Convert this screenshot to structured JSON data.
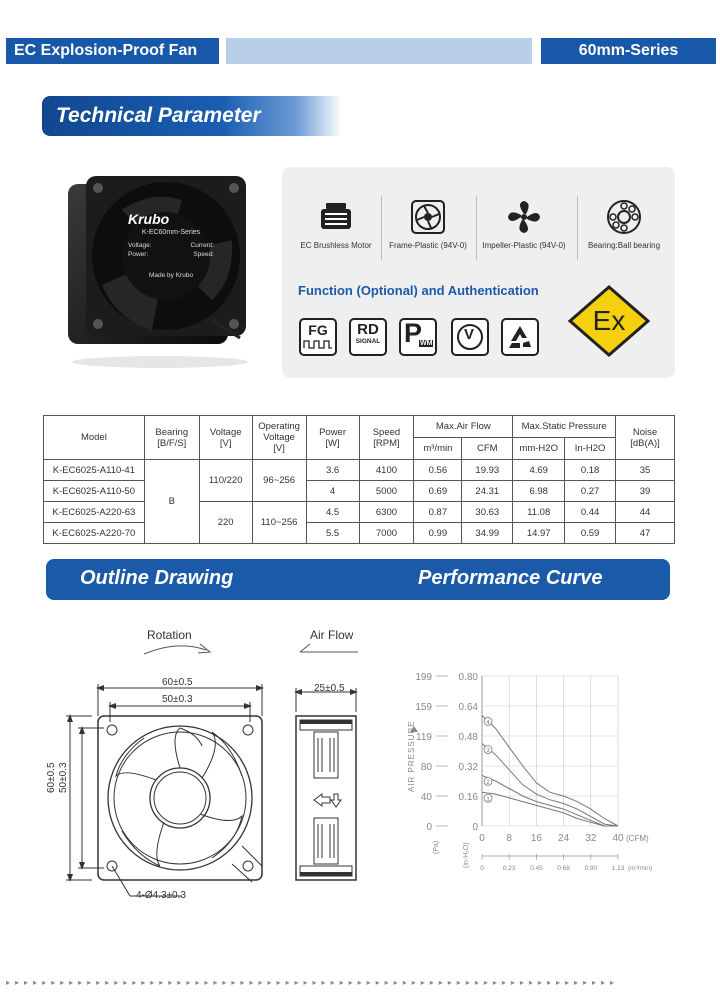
{
  "header": {
    "left_title": "EC Explosion-Proof Fan",
    "right_title": "60mm-Series"
  },
  "section_titles": {
    "technical": "Technical Parameter",
    "outline": "Outline Drawing",
    "performance": "Performance Curve"
  },
  "product_label": {
    "brand": "Krubo",
    "model": "K-EC60mm-Series",
    "voltage": "Voltage:",
    "current": "Current:",
    "power": "Power:",
    "speed": "Speed:",
    "made_by": "Made by Krubo"
  },
  "features": [
    {
      "label": "EC Brushless Motor",
      "icon": "motor-icon"
    },
    {
      "label": "Frame-Plastic (94V-0)",
      "icon": "frame-icon"
    },
    {
      "label": "Impeller-Plastic (94V-0)",
      "icon": "impeller-icon"
    },
    {
      "label": "Bearing:Ball bearing",
      "icon": "bearing-icon"
    }
  ],
  "function_title": "Function (Optional) and Authentication",
  "badges": {
    "fg": "FG",
    "rd": "RD",
    "rd_sub": "SIGNAL",
    "pwm_p": "P",
    "pwm_sub": "WM",
    "v": "V",
    "ex": "Ex"
  },
  "table": {
    "headers": {
      "model": "Model",
      "bearing": "Bearing\n[B/F/S]",
      "voltage": "Voltage\n[V]",
      "operating": "Operating\nVoltage\n[V]",
      "power": "Power\n[W]",
      "speed": "Speed\n[RPM]",
      "airflow": "Max.Air Flow",
      "pressure": "Max.Static Pressure",
      "noise": "Noise\n[dB(A)]",
      "m3min": "m³/min",
      "cfm": "CFM",
      "mmh2o": "mm-H2O",
      "inh2o": "In-H2O"
    },
    "bearing": "B",
    "voltage_a": "110/220",
    "voltage_b": "220",
    "op_a": "96~256",
    "op_b": "110~256",
    "rows": [
      {
        "model": "K-EC6025-A110-41",
        "power": "3.6",
        "speed": "4100",
        "m3": "0.56",
        "cfm": "19.93",
        "mm": "4.69",
        "inch": "0.18",
        "noise": "35"
      },
      {
        "model": "K-EC6025-A110-50",
        "power": "4",
        "speed": "5000",
        "m3": "0.69",
        "cfm": "24.31",
        "mm": "6.98",
        "inch": "0.27",
        "noise": "39"
      },
      {
        "model": "K-EC6025-A220-63",
        "power": "4.5",
        "speed": "6300",
        "m3": "0.87",
        "cfm": "30.63",
        "mm": "11.08",
        "inch": "0.44",
        "noise": "44"
      },
      {
        "model": "K-EC6025-A220-70",
        "power": "5.5",
        "speed": "7000",
        "m3": "0.99",
        "cfm": "34.99",
        "mm": "14.97",
        "inch": "0.59",
        "noise": "47"
      }
    ]
  },
  "drawing": {
    "rotation": "Rotation",
    "airflow": "Air Flow",
    "dim_60": "60±0.5",
    "dim_50": "50±0.3",
    "dim_60v": "60±0.5",
    "dim_50v": "50±0.3",
    "dim_25": "25±0.5",
    "holes": "4-Ø4.3±0.3"
  },
  "chart_data": {
    "type": "line",
    "title": "",
    "ylabel": "AIR PRESSURE",
    "y_units_left": "(Pa)",
    "y_units_right": "(in-H₂O)",
    "y_ticks_pa": [
      "0",
      "40",
      "80",
      "119",
      "159",
      "199"
    ],
    "y_ticks_inh2o": [
      "0",
      "0.16",
      "0.32",
      "0.48",
      "0.64",
      "0.80"
    ],
    "x_ticks_cfm": [
      "0",
      "8",
      "16",
      "24",
      "32",
      "40"
    ],
    "x_unit_cfm": "(CFM)",
    "x_ticks_m3": [
      "0",
      "0.23",
      "0.45",
      "0.68",
      "0.90",
      "1.13"
    ],
    "x_unit_m3": "(m³/min)",
    "xlim": [
      0,
      40
    ],
    "ylim": [
      0,
      0.8
    ],
    "grid": true,
    "series": [
      {
        "name": "1",
        "x": [
          0,
          4,
          8,
          12,
          16,
          20,
          24,
          28,
          32,
          36,
          40
        ],
        "y": [
          0.18,
          0.17,
          0.15,
          0.13,
          0.11,
          0.09,
          0.07,
          0.04,
          0.02,
          0.0,
          0.0
        ]
      },
      {
        "name": "2",
        "x": [
          0,
          4,
          8,
          12,
          16,
          20,
          24,
          28,
          32,
          36,
          40
        ],
        "y": [
          0.27,
          0.24,
          0.2,
          0.16,
          0.13,
          0.11,
          0.09,
          0.06,
          0.03,
          0.0,
          0.0
        ]
      },
      {
        "name": "3",
        "x": [
          0,
          4,
          8,
          12,
          16,
          20,
          24,
          28,
          32,
          36,
          40
        ],
        "y": [
          0.44,
          0.38,
          0.3,
          0.22,
          0.17,
          0.14,
          0.12,
          0.09,
          0.05,
          0.01,
          0.0
        ]
      },
      {
        "name": "4",
        "x": [
          0,
          4,
          8,
          12,
          16,
          20,
          24,
          28,
          32,
          36,
          40
        ],
        "y": [
          0.59,
          0.52,
          0.42,
          0.32,
          0.23,
          0.18,
          0.16,
          0.13,
          0.09,
          0.04,
          0.0
        ]
      }
    ]
  }
}
